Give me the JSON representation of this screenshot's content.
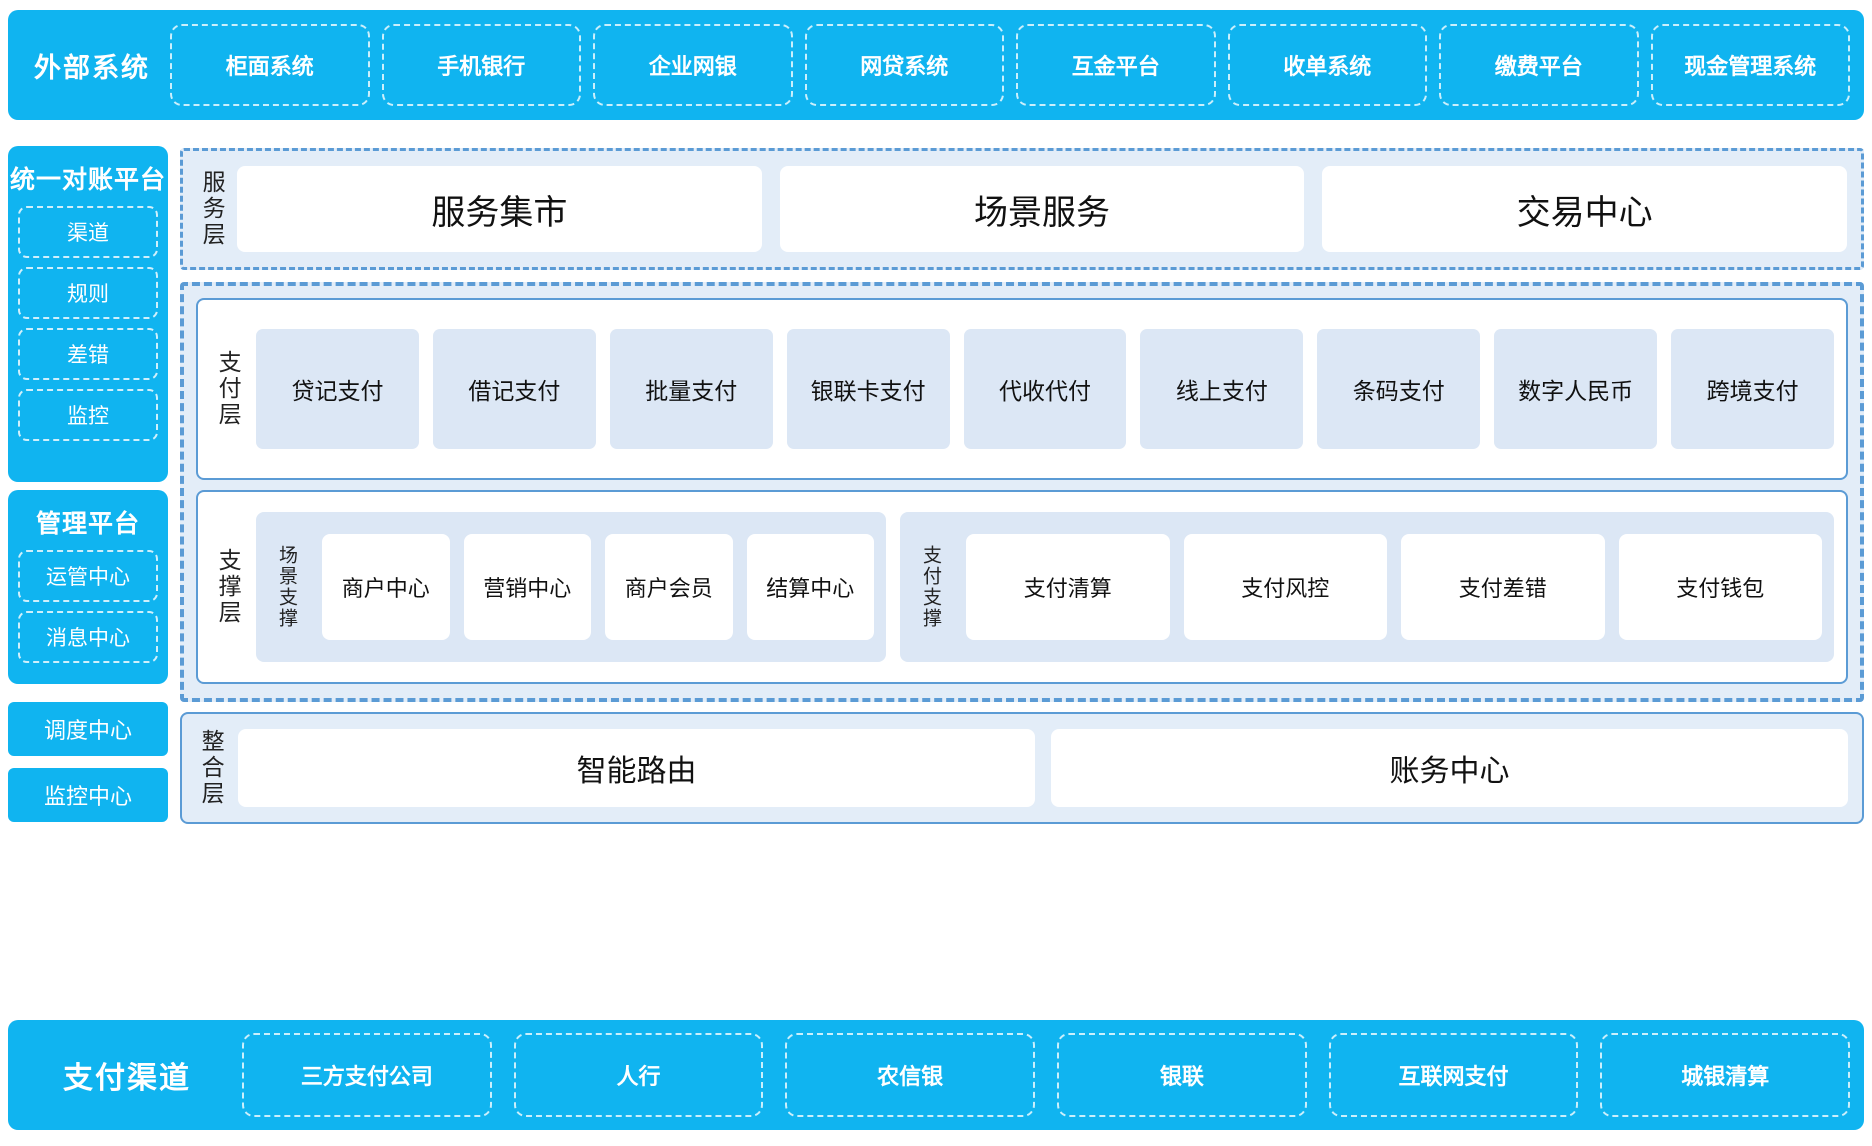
{
  "external": {
    "title": "外部系统",
    "systems": [
      "柜面系统",
      "手机银行",
      "企业网银",
      "网贷系统",
      "互金平台",
      "收单系统",
      "缴费平台",
      "现金管理系统"
    ]
  },
  "sidebar": {
    "reconciliation": {
      "title": "统一对账平台",
      "items": [
        "渠道",
        "规则",
        "差错",
        "监控"
      ]
    },
    "management": {
      "title": "管理平台",
      "items": [
        "运管中心",
        "消息中心"
      ]
    },
    "standalone": [
      "调度中心",
      "监控中心"
    ]
  },
  "service_layer": {
    "label": "服务层",
    "cards": [
      "服务集市",
      "场景服务",
      "交易中心"
    ]
  },
  "payment_layer": {
    "label": "支付层",
    "cells": [
      "贷记支付",
      "借记支付",
      "批量支付",
      "银联卡支付",
      "代收代付",
      "线上支付",
      "条码支付",
      "数字人民币",
      "跨境支付"
    ]
  },
  "support_layer": {
    "label": "支撑层",
    "groups": [
      {
        "label": "场景支撑",
        "cards": [
          "商户中心",
          "营销中心",
          "商户会员",
          "结算中心"
        ]
      },
      {
        "label": "支付支撑",
        "cards": [
          "支付清算",
          "支付风控",
          "支付差错",
          "支付钱包"
        ]
      }
    ]
  },
  "integration_layer": {
    "label": "整合层",
    "cards": [
      "智能路由",
      "账务中心"
    ]
  },
  "channels": {
    "title": "支付渠道",
    "items": [
      "三方支付公司",
      "人行",
      "农信银",
      "银联",
      "互联网支付",
      "城银清算"
    ]
  },
  "colors": {
    "brand_blue": "#10b4f0",
    "panel_border": "#5b9bd5",
    "panel_fill": "#e3edf8",
    "cell_fill": "#dce7f5"
  }
}
